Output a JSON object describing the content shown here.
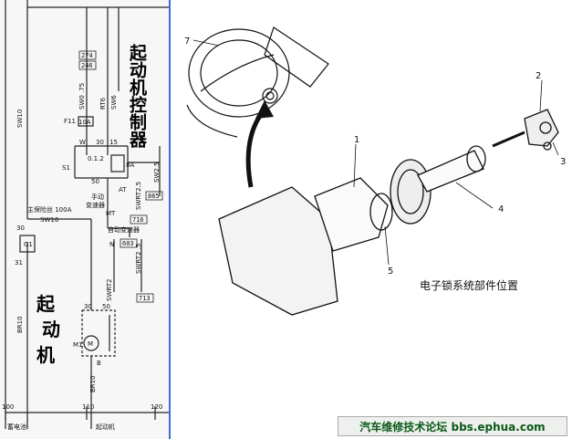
{
  "schematic": {
    "title_starter_controller": "起动机控制器",
    "title_starter": "起动机",
    "wire_labels": {
      "sw10": "SW10",
      "rt6": "RT6",
      "sw6": "SW6",
      "sw0": "SW0 .75",
      "sw16": "SW16",
      "swrt2": "SWRT2",
      "swrt2b": "SWRT2 .5",
      "swrt2_5": "SWRT2.5",
      "sw2_5": "SW2.5",
      "br10_top": "BR10",
      "br10_bottom": "BR10"
    },
    "refs": {
      "r274": "274",
      "r246": "246",
      "r865": "865",
      "r716": "716",
      "r603": "603",
      "r713": "713"
    },
    "labels": {
      "f11": "F11",
      "f11_rating": "10A",
      "w": "W",
      "t30": "30",
      "t15": "15",
      "s1": "S1",
      "s1_pos": "0.1.2",
      "t50": "50",
      "r8a": "8A",
      "at": "AT",
      "manual": "手动",
      "manual2": "变速器",
      "mt": "MT",
      "auto": "自动变速器",
      "n": "N",
      "main_fuse": "主保险丝 100A",
      "g1": "G1",
      "t30_g": "30",
      "t31": "31",
      "m1": "M1",
      "t30_m": "30",
      "t50_m": "50",
      "ma": "M",
      "b": "B"
    },
    "bottom_axis": {
      "battery": "蓄电池",
      "starter": "起动机",
      "n100": "100",
      "n110": "110",
      "n120": "120"
    }
  },
  "illustration": {
    "callouts": [
      "1",
      "2",
      "3",
      "4",
      "5",
      "7"
    ],
    "caption": "电子锁系统部件位置"
  },
  "watermark": "汽车维修技术论坛 bbs.ephua.com"
}
